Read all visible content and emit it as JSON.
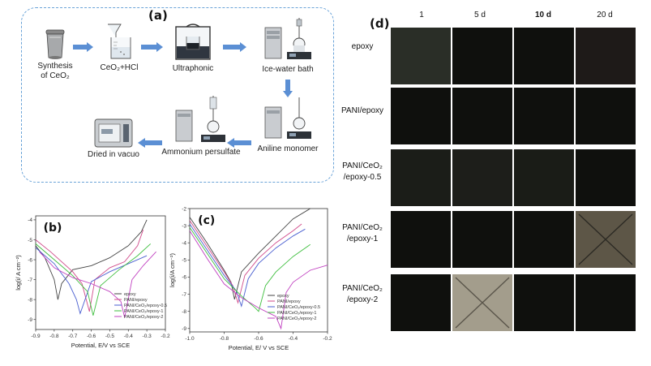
{
  "panel_a": {
    "label": "(a)",
    "steps": [
      {
        "id": "synthesis",
        "line1": "Synthesis",
        "line2": "of CeO₂"
      },
      {
        "id": "ceo2hcl",
        "line1": "CeO₂+HCl",
        "line2": ""
      },
      {
        "id": "ultraphonic",
        "line1": "Ultraphonic",
        "line2": ""
      },
      {
        "id": "icewater",
        "line1": "Ice-water bath",
        "line2": ""
      },
      {
        "id": "aniline",
        "line1": "Aniline monomer",
        "line2": ""
      },
      {
        "id": "ammonium",
        "line1": "Ammonium persulfate",
        "line2": ""
      },
      {
        "id": "dried",
        "line1": "Dried in vacuo",
        "line2": ""
      }
    ],
    "colors": {
      "arrow": "#5b8fd4",
      "border": "#6aa3d8"
    }
  },
  "panel_b": {
    "label": "(b)",
    "xlabel": "Potential, E/V vs SCE",
    "ylabel": "log(i/ A cm⁻²)",
    "xticks": [
      "-0.9",
      "-0.8",
      "-0.7",
      "-0.6",
      "-0.5",
      "-0.4",
      "-0.3",
      "-0.2"
    ],
    "yticks": [
      "-4",
      "-5",
      "-6",
      "-7",
      "-8",
      "-9"
    ]
  },
  "panel_c": {
    "label": "(c)",
    "xlabel": "Potential, E/ V vs SCE",
    "ylabel": "log(i/A cm⁻²)",
    "xticks": [
      "-1.0",
      "-0.8",
      "-0.6",
      "-0.4",
      "-0.2"
    ],
    "yticks": [
      "-2",
      "-3",
      "-4",
      "-5",
      "-6",
      "-7",
      "-8",
      "-9"
    ]
  },
  "legend": [
    {
      "name": "epoxy",
      "color": "#444444"
    },
    {
      "name": "PANI/epoxy",
      "color": "#d04a8a"
    },
    {
      "name": "PANI/CeO₂/epoxy-0.5",
      "color": "#4a5fd0"
    },
    {
      "name": "PANI/CeO₂/epoxy-1",
      "color": "#3fbf3f"
    },
    {
      "name": "PANI/CeO₂/epoxy-2",
      "color": "#c040c0"
    }
  ],
  "chart_data": [
    {
      "type": "line",
      "xlabel": "Potential, E/V vs SCE",
      "ylabel": "log(i/ A cm⁻²)",
      "xlim": [
        -0.9,
        -0.2
      ],
      "ylim": [
        -9.5,
        -3.8
      ],
      "series": [
        {
          "name": "epoxy",
          "x": [
            -0.9,
            -0.85,
            -0.8,
            -0.78,
            -0.76,
            -0.7,
            -0.6,
            -0.5,
            -0.4,
            -0.33,
            -0.3
          ],
          "y": [
            -5.3,
            -5.9,
            -7.0,
            -8.0,
            -7.2,
            -6.5,
            -6.3,
            -5.9,
            -5.3,
            -4.6,
            -4.0
          ]
        },
        {
          "name": "PANI/epoxy",
          "x": [
            -0.9,
            -0.82,
            -0.7,
            -0.65,
            -0.61,
            -0.58,
            -0.5,
            -0.42,
            -0.35,
            -0.32
          ],
          "y": [
            -5.0,
            -5.6,
            -6.6,
            -7.2,
            -8.6,
            -7.0,
            -6.4,
            -6.1,
            -5.3,
            -4.5
          ]
        },
        {
          "name": "PANI/CeO₂/epoxy-0.5",
          "x": [
            -0.9,
            -0.8,
            -0.72,
            -0.68,
            -0.66,
            -0.6,
            -0.5,
            -0.4,
            -0.3
          ],
          "y": [
            -5.4,
            -6.2,
            -7.2,
            -8.0,
            -8.7,
            -7.1,
            -6.6,
            -6.2,
            -5.8
          ]
        },
        {
          "name": "PANI/CeO₂/epoxy-1",
          "x": [
            -0.9,
            -0.8,
            -0.7,
            -0.62,
            -0.59,
            -0.55,
            -0.45,
            -0.35,
            -0.28
          ],
          "y": [
            -5.2,
            -6.0,
            -6.8,
            -7.6,
            -8.8,
            -7.3,
            -6.5,
            -5.8,
            -5.2
          ]
        },
        {
          "name": "PANI/CeO₂/epoxy-2",
          "x": [
            -0.88,
            -0.8,
            -0.7,
            -0.6,
            -0.5,
            -0.44,
            -0.42,
            -0.38,
            -0.32,
            -0.25
          ],
          "y": [
            -5.6,
            -6.4,
            -6.9,
            -7.2,
            -7.6,
            -8.1,
            -8.9,
            -7.0,
            -6.3,
            -5.6
          ]
        }
      ]
    },
    {
      "type": "line",
      "xlabel": "Potential, E/ V vs SCE",
      "ylabel": "log(i/A cm⁻²)",
      "xlim": [
        -1.0,
        -0.2
      ],
      "ylim": [
        -9.2,
        -2.0
      ],
      "series": [
        {
          "name": "epoxy",
          "x": [
            -1.0,
            -0.9,
            -0.8,
            -0.76,
            -0.74,
            -0.7,
            -0.6,
            -0.5,
            -0.4,
            -0.3
          ],
          "y": [
            -2.5,
            -4.0,
            -5.6,
            -6.3,
            -7.3,
            -5.7,
            -4.6,
            -3.6,
            -2.6,
            -2.0
          ]
        },
        {
          "name": "PANI/epoxy",
          "x": [
            -1.0,
            -0.9,
            -0.8,
            -0.75,
            -0.72,
            -0.68,
            -0.6,
            -0.5,
            -0.4,
            -0.35
          ],
          "y": [
            -2.7,
            -4.2,
            -5.7,
            -6.5,
            -7.5,
            -5.9,
            -4.9,
            -4.0,
            -3.3,
            -2.9
          ]
        },
        {
          "name": "PANI/CeO₂/epoxy-0.5",
          "x": [
            -1.0,
            -0.9,
            -0.8,
            -0.73,
            -0.7,
            -0.66,
            -0.6,
            -0.5,
            -0.4,
            -0.33
          ],
          "y": [
            -2.9,
            -4.4,
            -5.9,
            -6.8,
            -7.7,
            -6.1,
            -5.2,
            -4.3,
            -3.6,
            -3.2
          ]
        },
        {
          "name": "PANI/CeO₂/epoxy-1",
          "x": [
            -1.0,
            -0.9,
            -0.8,
            -0.7,
            -0.62,
            -0.6,
            -0.56,
            -0.5,
            -0.4,
            -0.3
          ],
          "y": [
            -3.1,
            -4.6,
            -6.1,
            -7.1,
            -7.8,
            -8.0,
            -6.5,
            -5.7,
            -4.8,
            -4.1
          ]
        },
        {
          "name": "PANI/CeO₂/epoxy-2",
          "x": [
            -1.0,
            -0.9,
            -0.8,
            -0.7,
            -0.6,
            -0.5,
            -0.47,
            -0.44,
            -0.4,
            -0.3,
            -0.2
          ],
          "y": [
            -3.3,
            -4.9,
            -6.4,
            -7.2,
            -7.8,
            -8.3,
            -9.0,
            -6.9,
            -6.3,
            -5.6,
            -5.3
          ]
        }
      ]
    }
  ],
  "panel_d": {
    "label": "(d)",
    "columns": [
      "1",
      "5 d",
      "10 d",
      "20 d"
    ],
    "rows": [
      {
        "line1": "epoxy",
        "line2": ""
      },
      {
        "line1": "PANI/epoxy",
        "line2": ""
      },
      {
        "line1": "PANI/CeO₂",
        "line2": "/epoxy-0.5"
      },
      {
        "line1": "PANI/CeO₂",
        "line2": "/epoxy-1"
      },
      {
        "line1": "PANI/CeO₂",
        "line2": "/epoxy-2"
      }
    ]
  }
}
